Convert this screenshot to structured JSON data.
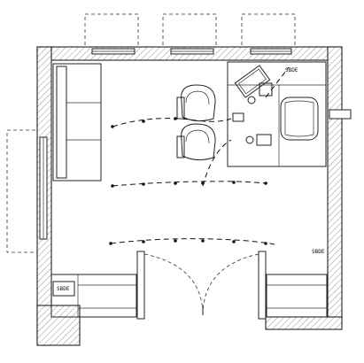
{
  "plan": {
    "labels": {
      "desk_label": "SBDE",
      "right_wall_label": "SBDE",
      "cabinet_label": "SBDE"
    }
  }
}
